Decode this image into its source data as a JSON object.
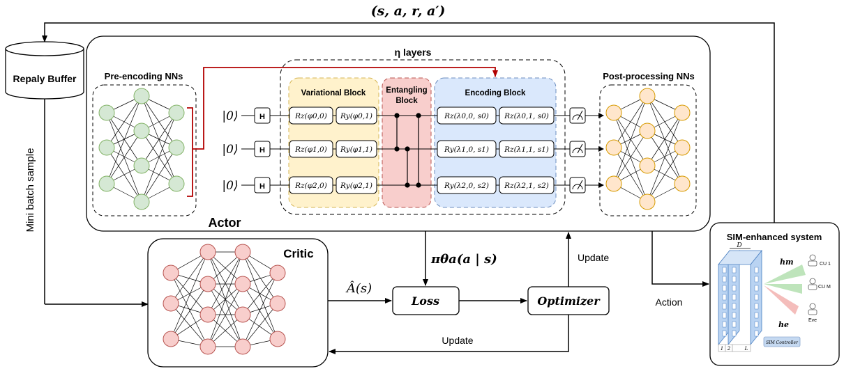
{
  "top_tuple": "(s, a, r, a′)",
  "replay_buffer": "Repaly Buffer",
  "mini_batch": "Mini batch sample",
  "actor": {
    "label": "Actor",
    "pre_nn": "Pre-encoding NNs",
    "post_nn": "Post-processing NNs",
    "eta_layers": "η layers",
    "variational": "Variational Block",
    "entangling_1": "Entangling",
    "entangling_2": "Block",
    "encoding": "Encoding Block",
    "kets": [
      "|0⟩",
      "|0⟩",
      "|0⟩"
    ],
    "hadamard": "H",
    "gates": [
      [
        "Rz(φ0,0)",
        "Ry(φ0,1)",
        "Rz(λ0,0, s0)",
        "Rz(λ0,1, s0)"
      ],
      [
        "Rz(φ1,0)",
        "Ry(φ1,1)",
        "Ry(λ1,0, s1)",
        "Rz(λ1,1, s1)"
      ],
      [
        "Rz(φ2,0)",
        "Ry(φ2,1)",
        "Ry(λ2,0, s2)",
        "Rz(λ2,1, s2)"
      ]
    ]
  },
  "critic": {
    "label": "Critic"
  },
  "policy_label": "πθa(a | s)",
  "advantage_label": "Â(s)",
  "loss": "Loss",
  "optimizer": "Optimizer",
  "update_top": "Update",
  "update_bottom": "Update",
  "action": "Action",
  "sim": {
    "title": "SIM-enhanced system",
    "d": "D",
    "hm": "hm",
    "he": "he",
    "cu1": "CU 1",
    "cum": "CU M",
    "eve": "Eve",
    "controller": "SIM Controller",
    "layers": [
      "1",
      "2",
      "L"
    ]
  },
  "colors": {
    "nn_green": "#d5e8d4",
    "nn_green_stroke": "#82b366",
    "nn_orange": "#ffe6cc",
    "nn_orange_stroke": "#d79b00",
    "nn_red": "#f8cecc",
    "nn_red_stroke": "#b85450",
    "variational_fill": "#fff2cc",
    "entangling_fill": "#f8cecc",
    "encoding_fill": "#dae8fc",
    "red_arrow": "#b20000"
  }
}
